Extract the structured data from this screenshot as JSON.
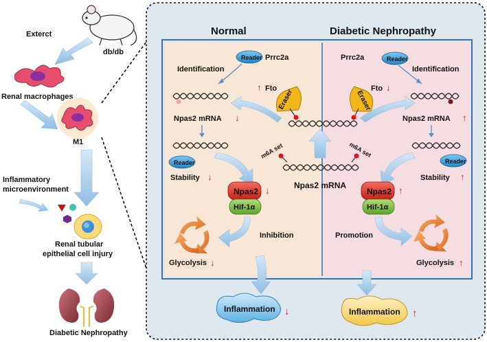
{
  "left_flow": {
    "mouse_label": "db/db",
    "extract_label": "Exterct",
    "macrophage_label": "Renal macrophages",
    "m1_label": "M1",
    "micro_label_1": "Inflammatory",
    "micro_label_2": "microenvironment",
    "injury_label_1": "Renal tubular",
    "injury_label_2": "epithelial cell injury",
    "disease_label": "Diabetic Nephropathy"
  },
  "panel": {
    "normal_title": "Normal",
    "dn_title": "Diabetic Nephropathy",
    "center_mrna": "Npas2 mRNA",
    "m6a_left": "m6A set",
    "m6a_right": "m6A set",
    "normal": {
      "reader_top": "Reader",
      "prrc2a": "Prrc2a",
      "identification": "Identification",
      "fto": "Fto",
      "eraser": "Eraser",
      "npas2_mrna": "Npas2 mRNA",
      "reader_mid": "Reader",
      "stability": "Stability",
      "npas2": "Npas2",
      "hif": "Hif-1α",
      "inhibition": "Inhibition",
      "glycolysis": "Glycolysis",
      "inflammation": "Inflammation",
      "fill_color": "#f8e7d6"
    },
    "dn": {
      "reader_top": "Reader",
      "prrc2a": "Prrc2a",
      "identification": "Identification",
      "fto": "Fto",
      "eraser": "Eraser",
      "npas2_mrna": "Npas2 mRNA",
      "reader_mid": "Reader",
      "stability": "Stability",
      "npas2": "Npas2",
      "hif": "Hif-1α",
      "promotion": "Promotion",
      "glycolysis": "Glycolysis",
      "inflammation": "Inflammation",
      "fill_color": "#f6dde1"
    },
    "colors": {
      "arrow_up_down": "#e0141a",
      "reader_blue": "#3aa6e0",
      "eraser_yellow": "#f2b619",
      "npas2_red": "#e8342c",
      "hif_green": "#7cc142",
      "panel_bg": "#dde6f0"
    }
  }
}
